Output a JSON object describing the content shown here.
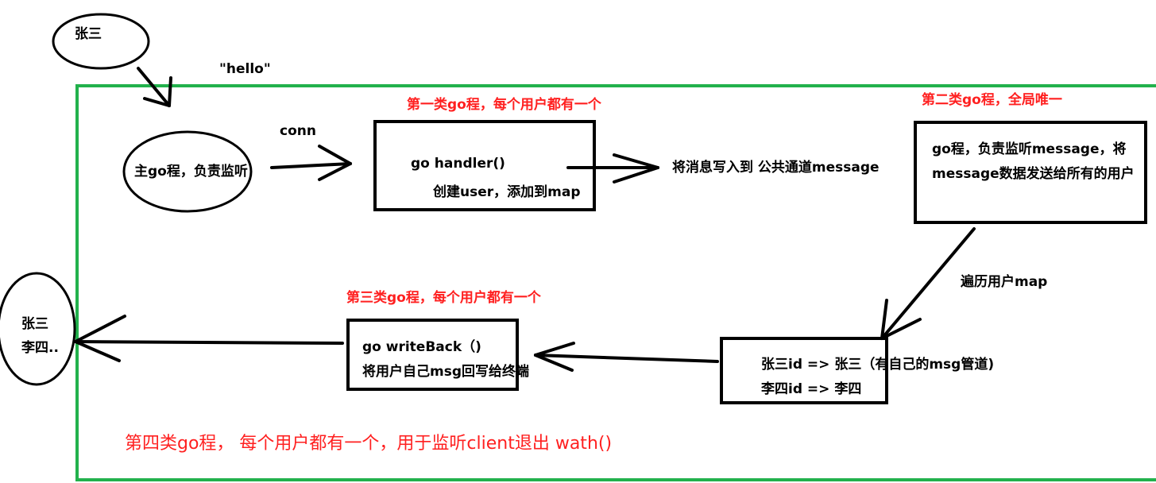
{
  "client_zhangsan": "张三",
  "hello_label": "\"hello\"",
  "main_goroutine": "主go程，负责监听",
  "conn_label": "conn",
  "type1_title": "第一类go程，每个用户都有一个",
  "handler_line1": "go handler()",
  "handler_line2": "创建user，添加到map",
  "write_message": "将消息写入到 公共通道message",
  "type2_title": "第二类go程，全局唯一",
  "listener_line1": "go程，负责监听message，将",
  "listener_line2": "message数据发送给所有的用户",
  "traverse_label": "遍历用户map",
  "map_line1": "张三id => 张三（有自己的msg管道)",
  "map_line2": "李四id => 李四",
  "type3_title": "第三类go程，每个用户都有一个",
  "writeback_line1": "go writeBack（)",
  "writeback_line2": "将用户自己msg回写给终端",
  "clients_line1": "张三",
  "clients_line2": "李四..",
  "type4_title": "第四类go程， 每个用户都有一个，用于监听client退出 wath()",
  "colors": {
    "frame": "#22b14c",
    "accent": "#ff2020",
    "ink": "#000000"
  }
}
